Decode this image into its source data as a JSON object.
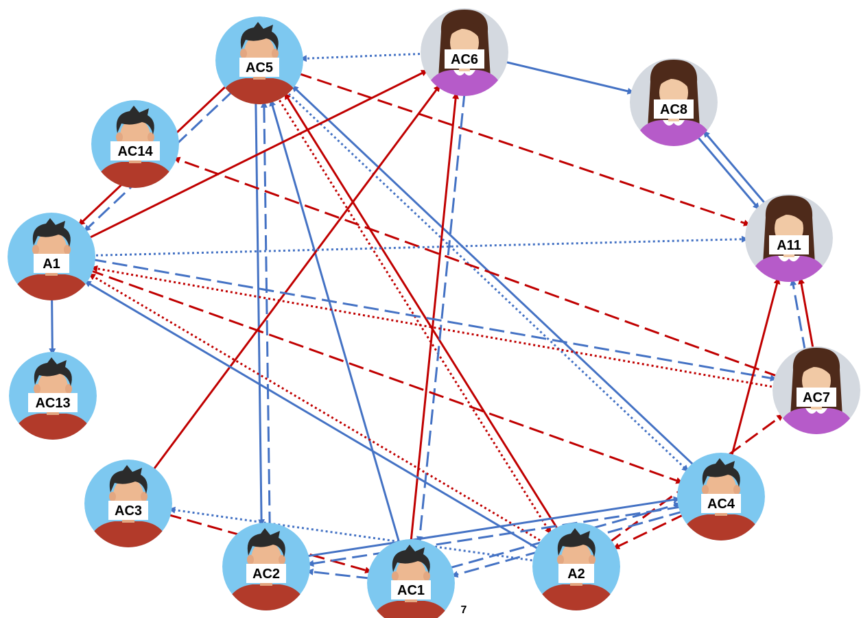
{
  "colors": {
    "blue": "#4472C4",
    "red": "#C00000",
    "male_bg": "#7DC8F0",
    "female_bg": "#D4D9E0",
    "male_shirt": "#B23A2A",
    "female_shirt": "#B65BC9",
    "male_hair": "#2B2B2B",
    "female_hair": "#4E2A1A",
    "skin": "#F1C9A5",
    "label_bg": "#FFFFFF"
  },
  "nodes": [
    {
      "id": "AC5",
      "label": "AC5",
      "gender": "male"
    },
    {
      "id": "AC6",
      "label": "AC6",
      "gender": "female"
    },
    {
      "id": "AC8",
      "label": "AC8",
      "gender": "female"
    },
    {
      "id": "AC14",
      "label": "AC14",
      "gender": "male"
    },
    {
      "id": "A1",
      "label": "A1",
      "gender": "male"
    },
    {
      "id": "A11",
      "label": "A11",
      "gender": "female"
    },
    {
      "id": "AC13",
      "label": "AC13",
      "gender": "male"
    },
    {
      "id": "AC7",
      "label": "AC7",
      "gender": "female"
    },
    {
      "id": "AC3",
      "label": "AC3",
      "gender": "male"
    },
    {
      "id": "AC4",
      "label": "AC4",
      "gender": "male"
    },
    {
      "id": "AC2",
      "label": "AC2",
      "gender": "male"
    },
    {
      "id": "AC1",
      "label": "AC1",
      "gender": "male"
    },
    {
      "id": "A2",
      "label": "A2",
      "gender": "male"
    }
  ],
  "edges": [
    {
      "from": "AC6",
      "to": "AC5",
      "color": "blue",
      "style": "dotted"
    },
    {
      "from": "AC6",
      "to": "AC8",
      "color": "blue",
      "style": "solid"
    },
    {
      "from": "AC8",
      "to": "A11",
      "color": "blue",
      "style": "solid"
    },
    {
      "from": "A11",
      "to": "AC8",
      "color": "blue",
      "style": "solid"
    },
    {
      "from": "AC5",
      "to": "A11",
      "color": "red",
      "style": "dashed"
    },
    {
      "from": "AC5",
      "to": "A1",
      "color": "red",
      "style": "solid"
    },
    {
      "from": "AC5",
      "to": "A1",
      "color": "blue",
      "style": "dashed"
    },
    {
      "from": "AC5",
      "to": "AC2",
      "color": "blue",
      "style": "solid"
    },
    {
      "from": "AC5",
      "to": "AC4",
      "color": "blue",
      "style": "dotted"
    },
    {
      "from": "AC5",
      "to": "A2",
      "color": "red",
      "style": "dotted"
    },
    {
      "from": "AC2",
      "to": "AC5",
      "color": "blue",
      "style": "dashed"
    },
    {
      "from": "AC1",
      "to": "AC5",
      "color": "blue",
      "style": "solid"
    },
    {
      "from": "A2",
      "to": "AC5",
      "color": "red",
      "style": "solid"
    },
    {
      "from": "AC4",
      "to": "AC5",
      "color": "blue",
      "style": "solid"
    },
    {
      "from": "A1",
      "to": "AC6",
      "color": "red",
      "style": "solid"
    },
    {
      "from": "AC3",
      "to": "AC6",
      "color": "red",
      "style": "solid"
    },
    {
      "from": "AC1",
      "to": "AC6",
      "color": "red",
      "style": "solid"
    },
    {
      "from": "AC6",
      "to": "AC1",
      "color": "blue",
      "style": "dashed"
    },
    {
      "from": "AC7",
      "to": "AC14",
      "color": "red",
      "style": "dashed"
    },
    {
      "from": "A1",
      "to": "A11",
      "color": "blue",
      "style": "dotted"
    },
    {
      "from": "A1",
      "to": "AC13",
      "color": "blue",
      "style": "solid"
    },
    {
      "from": "A1",
      "to": "AC7",
      "color": "blue",
      "style": "dashed"
    },
    {
      "from": "A1",
      "to": "AC4",
      "color": "red",
      "style": "dashed"
    },
    {
      "from": "AC7",
      "to": "A1",
      "color": "red",
      "style": "dotted"
    },
    {
      "from": "A2",
      "to": "A1",
      "color": "red",
      "style": "dotted"
    },
    {
      "from": "A2",
      "to": "A1",
      "color": "blue",
      "style": "solid"
    },
    {
      "from": "AC7",
      "to": "A11",
      "color": "red",
      "style": "solid"
    },
    {
      "from": "AC7",
      "to": "A11",
      "color": "blue",
      "style": "dashed"
    },
    {
      "from": "AC4",
      "to": "A11",
      "color": "red",
      "style": "solid"
    },
    {
      "from": "A2",
      "to": "AC7",
      "color": "red",
      "style": "dashed"
    },
    {
      "from": "AC3",
      "to": "AC1",
      "color": "red",
      "style": "dashed"
    },
    {
      "from": "A2",
      "to": "AC3",
      "color": "blue",
      "style": "dotted"
    },
    {
      "from": "AC2",
      "to": "AC4",
      "color": "blue",
      "style": "solid"
    },
    {
      "from": "AC1",
      "to": "AC4",
      "color": "blue",
      "style": "dashed"
    },
    {
      "from": "AC4",
      "to": "AC2",
      "color": "blue",
      "style": "dashed"
    },
    {
      "from": "AC4",
      "to": "AC1",
      "color": "blue",
      "style": "dashed"
    },
    {
      "from": "AC1",
      "to": "AC2",
      "color": "blue",
      "style": "dashed"
    },
    {
      "from": "AC4",
      "to": "A2",
      "color": "red",
      "style": "dashed"
    }
  ],
  "page_number": "7"
}
